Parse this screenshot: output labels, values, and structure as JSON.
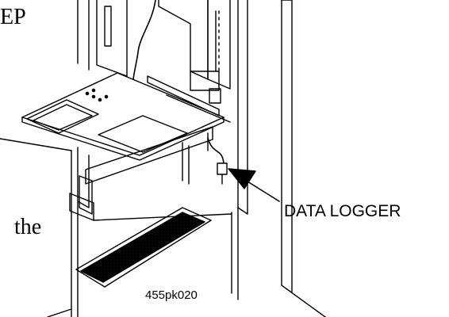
{
  "text": {
    "top_fragment": "EP",
    "bottom_fragment": "the",
    "callout_label": "DATA LOGGER",
    "figure_id": "455pk020"
  },
  "colors": {
    "ink": "#000000",
    "paper": "#ffffff"
  }
}
